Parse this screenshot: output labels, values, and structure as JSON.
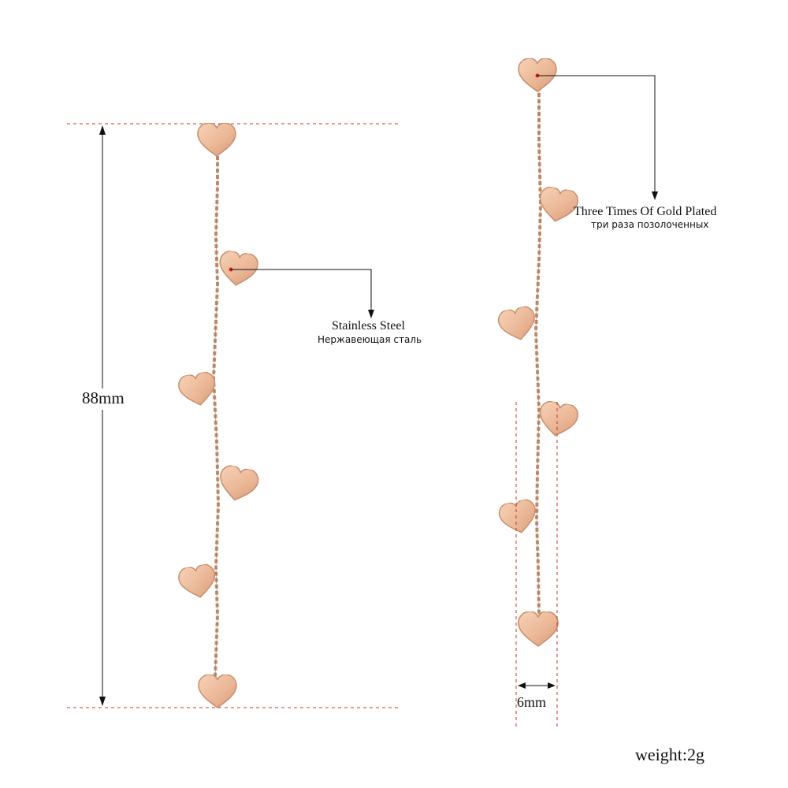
{
  "dimensions": {
    "length": "88mm",
    "width": "6mm"
  },
  "callouts": {
    "steel_en": "Stainless Steel",
    "steel_ru": "Нержавеющая сталь",
    "gold_en": "Three Times Of Gold Plated",
    "gold_ru": "три раза позолоченных"
  },
  "weight": "weight:2g",
  "colors": {
    "guide_line": "#cc3333",
    "arrow": "#111111",
    "chain": "#c28f6e",
    "heart": "#ebb897",
    "heart_edge": "#c98c6a"
  }
}
